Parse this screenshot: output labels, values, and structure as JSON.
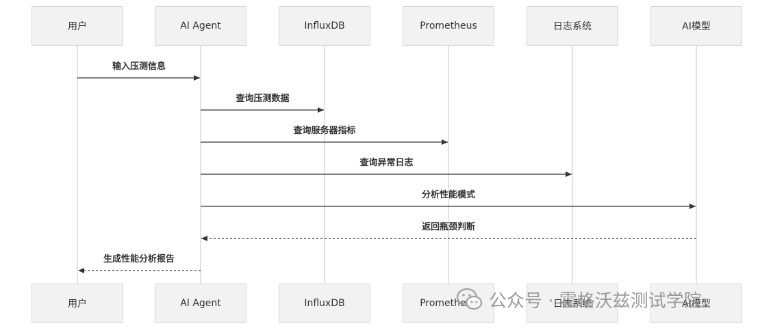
{
  "participants": [
    {
      "id": "user",
      "label": "用户"
    },
    {
      "id": "agent",
      "label": "AI Agent"
    },
    {
      "id": "influx",
      "label": "InfluxDB"
    },
    {
      "id": "prom",
      "label": "Prometheus"
    },
    {
      "id": "logs",
      "label": "日志系统"
    },
    {
      "id": "model",
      "label": "AI模型"
    }
  ],
  "messages": [
    {
      "from": "user",
      "to": "agent",
      "label": "输入压测信息",
      "style": "solid"
    },
    {
      "from": "agent",
      "to": "influx",
      "label": "查询压测数据",
      "style": "solid"
    },
    {
      "from": "agent",
      "to": "prom",
      "label": "查询服务器指标",
      "style": "solid"
    },
    {
      "from": "agent",
      "to": "logs",
      "label": "查询异常日志",
      "style": "solid"
    },
    {
      "from": "agent",
      "to": "model",
      "label": "分析性能模式",
      "style": "solid"
    },
    {
      "from": "model",
      "to": "agent",
      "label": "返回瓶颈判断",
      "style": "dashed"
    },
    {
      "from": "agent",
      "to": "user",
      "label": "生成性能分析报告",
      "style": "dashed"
    }
  ],
  "watermark": {
    "text": "公众号 · 霍格沃兹测试学院",
    "icon": "wechat-icon"
  },
  "colors": {
    "line": "#333333",
    "lifeline": "#d9d9d9",
    "box": "#f2f2f2",
    "box_border": "#d6d6d6"
  }
}
